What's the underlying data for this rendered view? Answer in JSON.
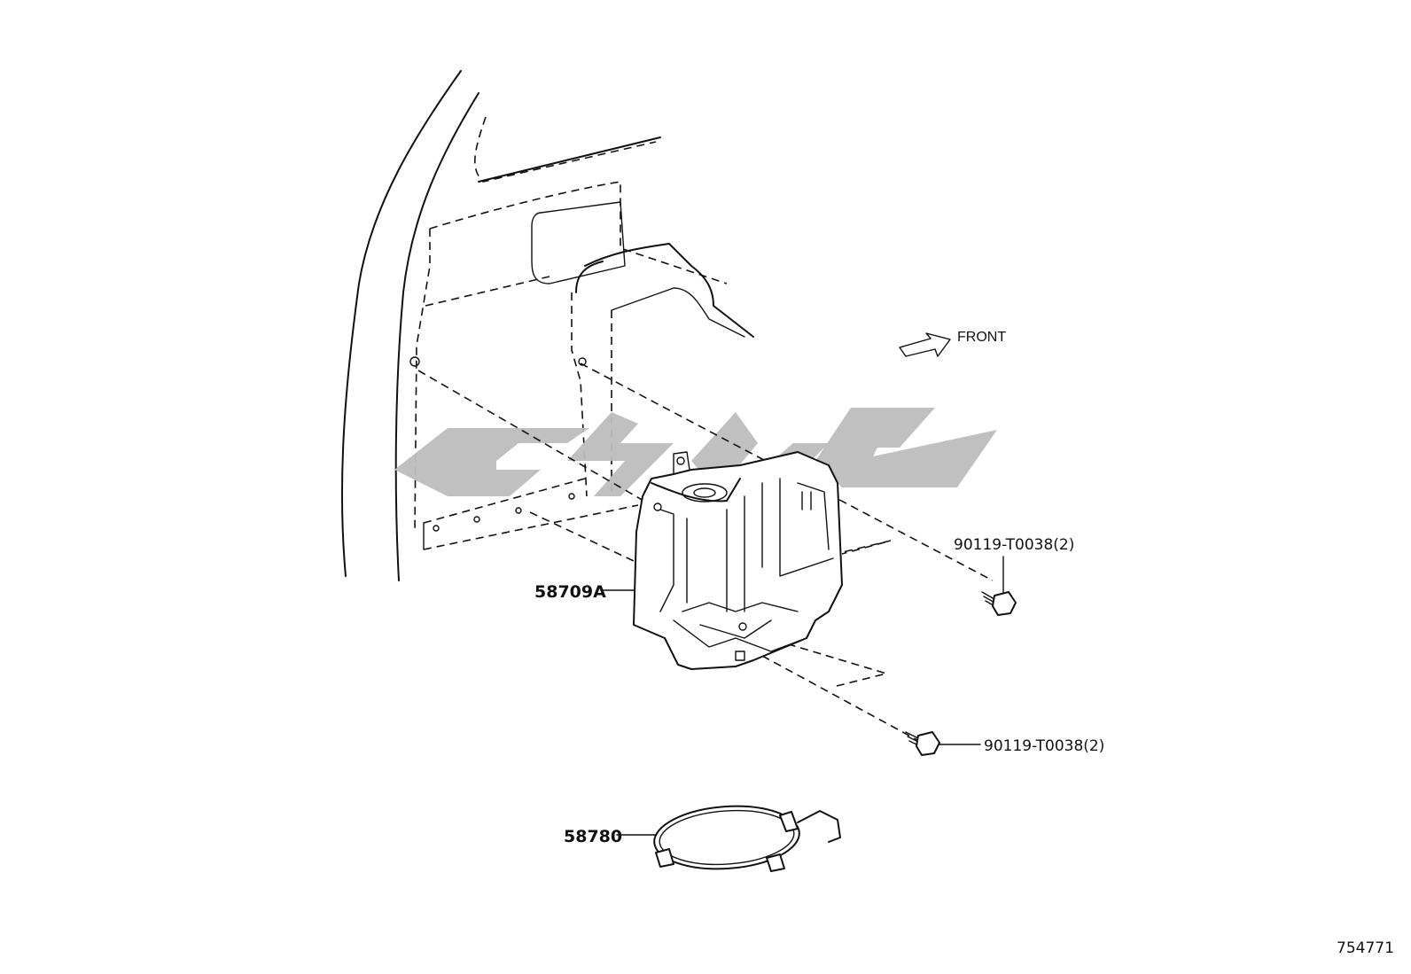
{
  "labels": {
    "front": "FRONT",
    "bracket_part": "58709A",
    "clamp_part": "58780",
    "bolt_upper": "90119-T0038(2)",
    "bolt_lower": "90119-T0038(2)",
    "diagram_id": "754771"
  },
  "colors": {
    "line": "#111111",
    "watermark": "#bdbdbd",
    "background": "#ffffff"
  }
}
